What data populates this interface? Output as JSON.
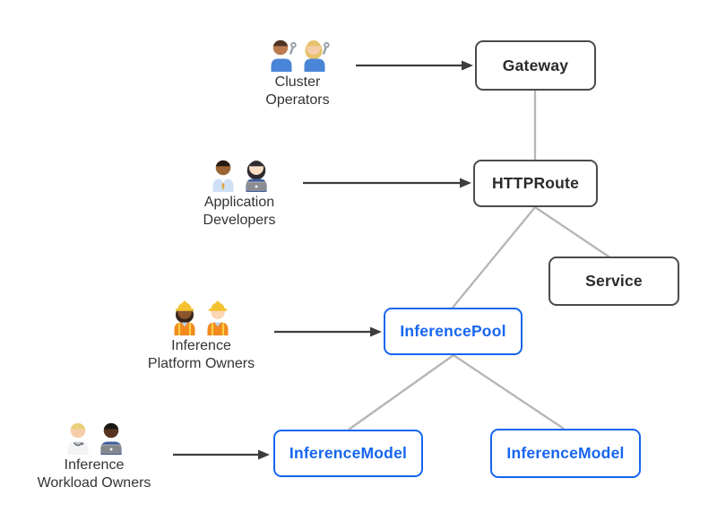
{
  "personas": [
    {
      "id": "cluster-operators",
      "label_lines": [
        "Cluster",
        "Operators"
      ],
      "emoji": "👨🏽‍🔧👩🏼‍🔧",
      "icons": [
        "man-mechanic-emoji",
        "woman-mechanic-emoji"
      ],
      "target": "Gateway"
    },
    {
      "id": "application-developers",
      "label_lines": [
        "Application",
        "Developers"
      ],
      "emoji": "👨🏾‍💼👩🏻‍💻",
      "icons": [
        "man-office-worker-emoji",
        "woman-technologist-emoji"
      ],
      "target": "HTTPRoute"
    },
    {
      "id": "inference-platform-owners",
      "label_lines": [
        "Inference",
        "Platform Owners"
      ],
      "emoji": "👷🏾‍♀️👷🏻",
      "icons": [
        "woman-construction-worker-emoji",
        "man-construction-worker-emoji"
      ],
      "target": "InferencePool"
    },
    {
      "id": "inference-workload-owners",
      "label_lines": [
        "Inference",
        "Workload Owners"
      ],
      "emoji": "🧑🏼‍⚕️👨🏿‍💻",
      "icons": [
        "health-worker-emoji",
        "man-technologist-emoji"
      ],
      "target": "InferenceModel"
    }
  ],
  "nodes": [
    {
      "id": "gateway",
      "label": "Gateway",
      "variant": "dark"
    },
    {
      "id": "httproute",
      "label": "HTTPRoute",
      "variant": "dark"
    },
    {
      "id": "service",
      "label": "Service",
      "variant": "dark"
    },
    {
      "id": "inferencepool",
      "label": "InferencePool",
      "variant": "blue"
    },
    {
      "id": "inferencemodel-left",
      "label": "InferenceModel",
      "variant": "blue"
    },
    {
      "id": "inferencemodel-right",
      "label": "InferenceModel",
      "variant": "blue"
    }
  ],
  "edges": [
    {
      "from": "Gateway",
      "to": "HTTPRoute"
    },
    {
      "from": "HTTPRoute",
      "to": "Service"
    },
    {
      "from": "HTTPRoute",
      "to": "InferencePool"
    },
    {
      "from": "InferencePool",
      "to": "InferenceModel (left)"
    },
    {
      "from": "InferencePool",
      "to": "InferenceModel (right)"
    }
  ],
  "colors": {
    "background": "#ffffff",
    "dark_box_border": "#4b4b4b",
    "dark_box_text": "#2a2a2a",
    "blue_box": "#1666f0",
    "connector_line": "#b5b5b5",
    "arrow": "#3d3d3d",
    "persona_text": "#333333"
  }
}
